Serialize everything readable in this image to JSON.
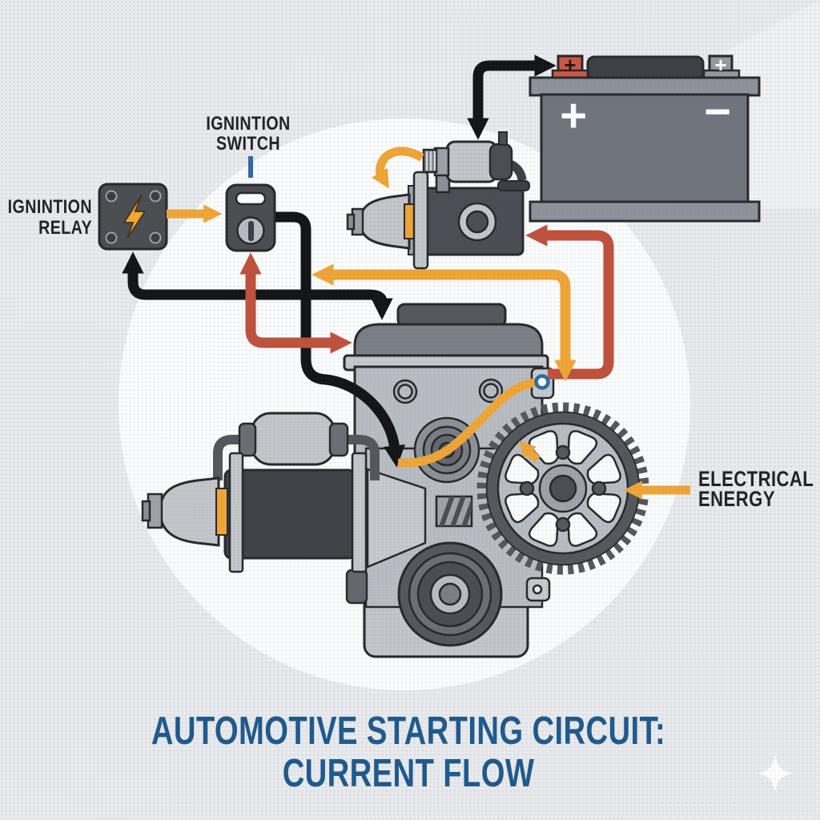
{
  "title": {
    "line1": "AUTOMOTIVE STARTING CIRCUIT:",
    "line2": "CURRENT FLOW"
  },
  "labels": {
    "relay": {
      "line1": "IGNINTION",
      "line2": "RELAY"
    },
    "switch": {
      "line1": "IGNINTION",
      "line2": "SWITCH"
    },
    "energy": {
      "line1": "ELECTRICAL",
      "line2": "ENERGY"
    }
  },
  "battery": {
    "body_positive": "+",
    "body_negative": "−",
    "positive_terminal_mark": "+",
    "negative_terminal_mark": "+"
  },
  "colors": {
    "background": "#e8eaed",
    "spotlight": "#fbfcfd",
    "wire_black": "#131416",
    "wire_red": "#c0513d",
    "wire_yellow": "#f0a636",
    "accent_blue": "#2d6ca8",
    "title_blue": "#1e5a8d",
    "label_dark": "#202225",
    "part_dark": "#4a4d52",
    "part_mid": "#7b7f86",
    "part_light": "#b9bdc3",
    "battery_body": "#70757d",
    "battery_ledge": "#8e939b",
    "terminal_red": "#cd5743",
    "outline": "#26282c"
  }
}
